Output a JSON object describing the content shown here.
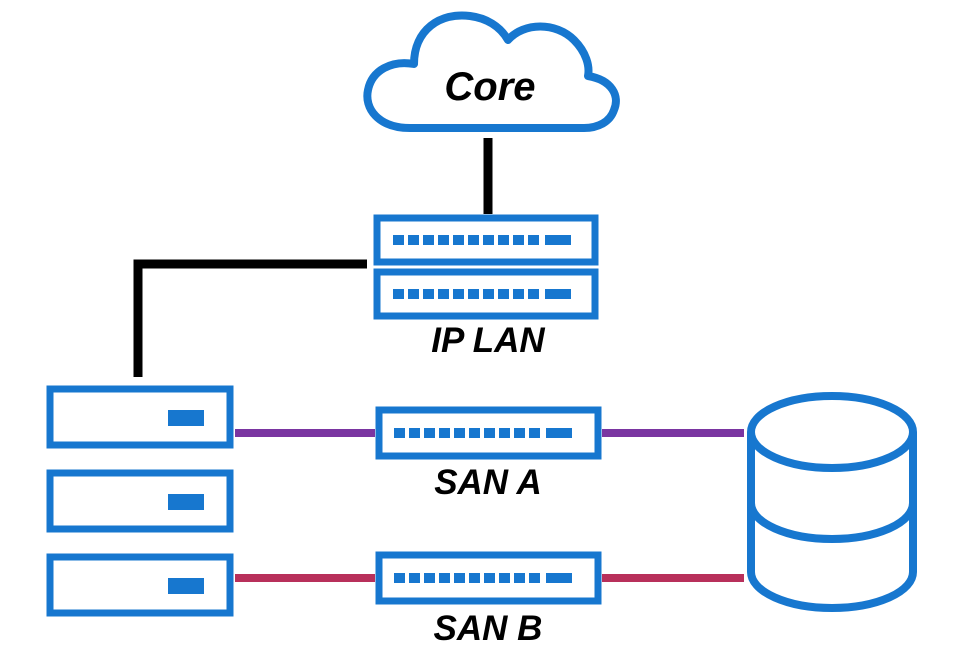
{
  "colors": {
    "device": "#1777cf",
    "link_lan": "#000000",
    "link_san_a": "#7a35a1",
    "link_san_b": "#b8305b",
    "text": "#000000"
  },
  "nodes": {
    "core": {
      "label": "Core",
      "icon": "cloud-icon"
    },
    "ip_lan": {
      "label": "IP LAN",
      "icon": "network-switch-icon"
    },
    "san_a": {
      "label": "SAN A",
      "icon": "network-switch-icon"
    },
    "san_b": {
      "label": "SAN B",
      "icon": "network-switch-icon"
    },
    "servers": {
      "icon": "server-icon",
      "count": 3
    },
    "storage": {
      "icon": "database-icon"
    }
  },
  "links": [
    {
      "from": "core",
      "to": "ip_lan",
      "type": "lan"
    },
    {
      "from": "ip_lan",
      "to": "servers",
      "type": "lan"
    },
    {
      "from": "servers",
      "to": "san_a",
      "type": "san_a"
    },
    {
      "from": "san_a",
      "to": "storage",
      "type": "san_a"
    },
    {
      "from": "servers",
      "to": "san_b",
      "type": "san_b"
    },
    {
      "from": "san_b",
      "to": "storage",
      "type": "san_b"
    }
  ]
}
